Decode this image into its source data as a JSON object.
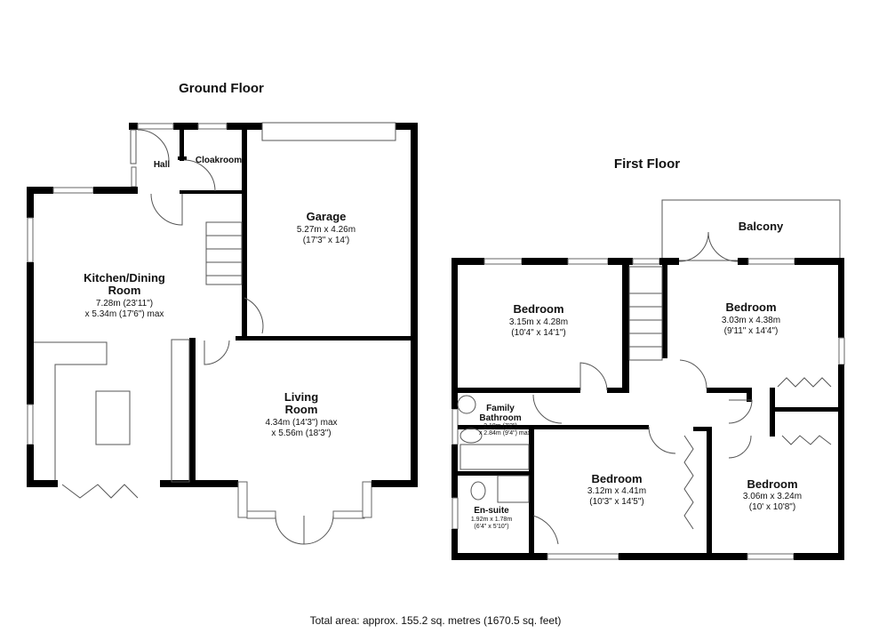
{
  "ground_floor": {
    "title": "Ground Floor",
    "rooms": {
      "hall": {
        "name": "Hall"
      },
      "cloakroom": {
        "name": "Cloakroom"
      },
      "garage": {
        "name": "Garage",
        "dim_m": "5.27m x 4.26m",
        "dim_ft": "(17'3\" x 14')"
      },
      "kitchen": {
        "name_1": "Kitchen/Dining",
        "name_2": "Room",
        "dim_m": "7.28m (23'11\")",
        "dim_ft": "x 5.34m (17'6\") max"
      },
      "living": {
        "name_1": "Living",
        "name_2": "Room",
        "dim_m": "4.34m (14'3\") max",
        "dim_ft": "x 5.56m (18'3\")"
      }
    }
  },
  "first_floor": {
    "title": "First Floor",
    "rooms": {
      "balcony": {
        "name": "Balcony"
      },
      "bedroom1": {
        "name": "Bedroom",
        "dim_m": "3.15m x 4.28m",
        "dim_ft": "(10'4\" x 14'1\")"
      },
      "bedroom2": {
        "name": "Bedroom",
        "dim_m": "3.03m x 4.38m",
        "dim_ft": "(9'11\" x 14'4\")"
      },
      "bathroom": {
        "name_1": "Family",
        "name_2": "Bathroom",
        "dim_m": "2.18m (7'2\")",
        "dim_ft": "x 2.84m (9'4\") max"
      },
      "bedroom3": {
        "name": "Bedroom",
        "dim_m": "3.12m x 4.41m",
        "dim_ft": "(10'3\" x 14'5\")"
      },
      "bedroom4": {
        "name": "Bedroom",
        "dim_m": "3.06m x 3.24m",
        "dim_ft": "(10' x 10'8\")"
      },
      "ensuite": {
        "name": "En-suite",
        "dim_m": "1.92m x 1.78m",
        "dim_ft": "(6'4\" x 5'10\")"
      }
    }
  },
  "footer": {
    "total_area": "Total area: approx. 155.2 sq. metres (1670.5 sq. feet)"
  }
}
